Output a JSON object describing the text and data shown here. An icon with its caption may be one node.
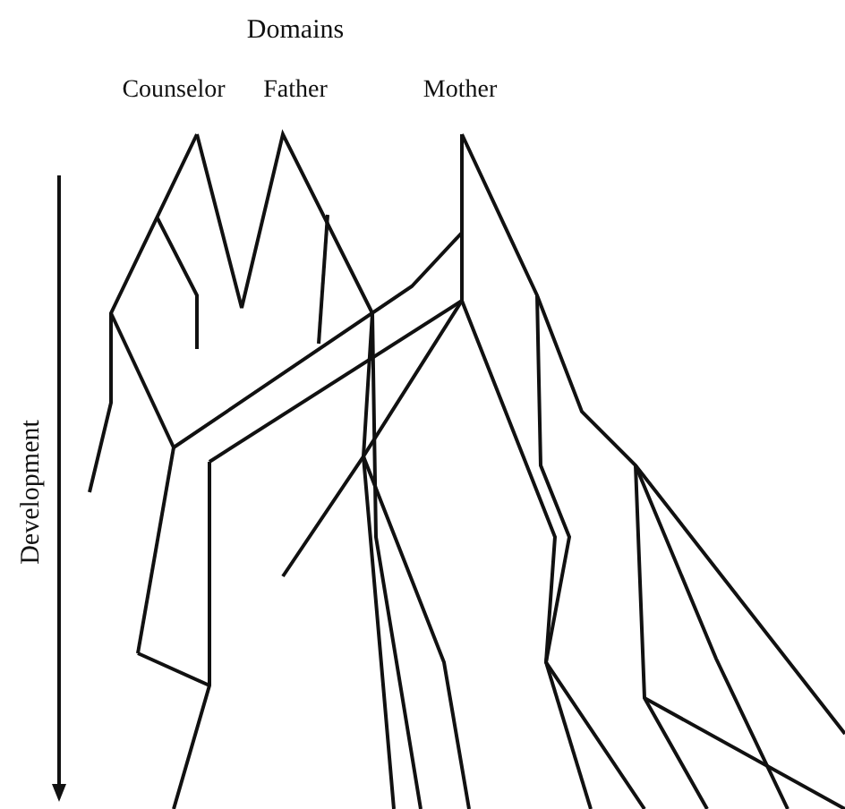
{
  "diagram": {
    "title": "Domains",
    "labels": [
      "Counselor",
      "Father",
      "Mother",
      "Development"
    ]
  }
}
